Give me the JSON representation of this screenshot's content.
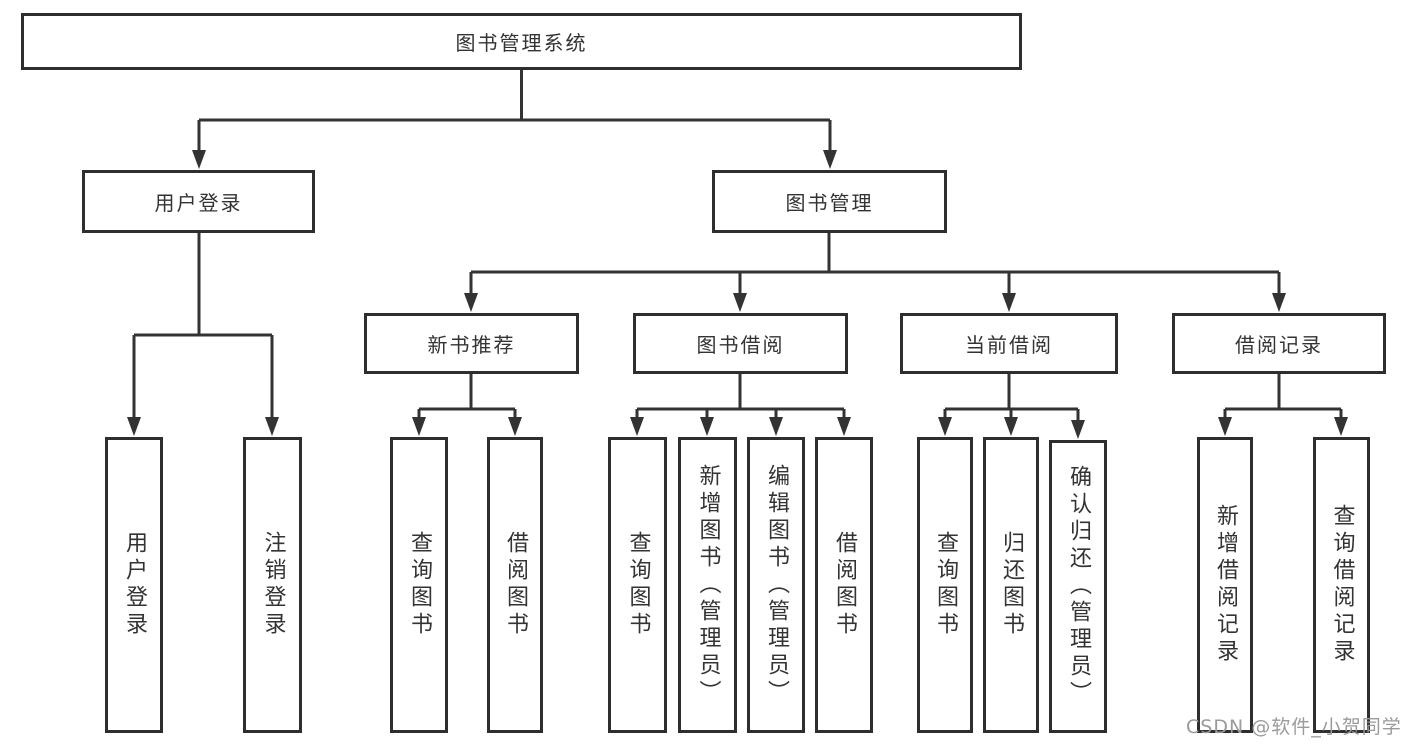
{
  "tree": {
    "root": {
      "label": "图书管理系统"
    },
    "branches": [
      {
        "label": "用户登录",
        "leaves": [
          "用户登录",
          "注销登录"
        ]
      },
      {
        "label": "图书管理",
        "groups": [
          {
            "label": "新书推荐",
            "leaves": [
              "查询图书",
              "借阅图书"
            ]
          },
          {
            "label": "图书借阅",
            "leaves": [
              "查询图书",
              "新增图书（管理员）",
              "编辑图书（管理员）",
              "借阅图书"
            ]
          },
          {
            "label": "当前借阅",
            "leaves": [
              "查询图书",
              "归还图书",
              "确认归还（管理员）"
            ]
          },
          {
            "label": "借阅记录",
            "leaves": [
              "新增借阅记录",
              "查询借阅记录"
            ]
          }
        ]
      }
    ]
  },
  "watermark": {
    "text": "CSDN @软件_小贺同学"
  },
  "colors": {
    "line": "#333333",
    "text": "#333333",
    "border": "#2e2e2e",
    "watermark": "#9b9b9b"
  }
}
